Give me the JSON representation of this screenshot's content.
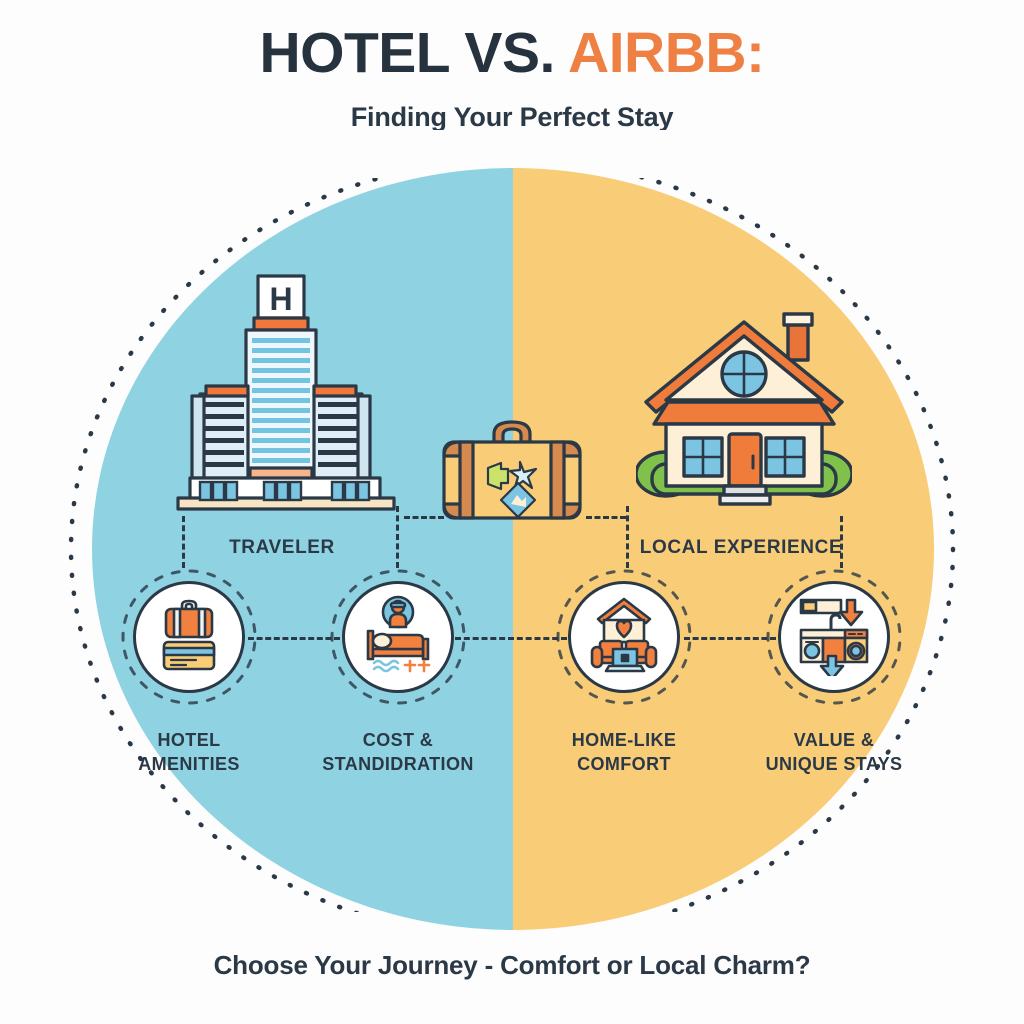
{
  "header": {
    "title_dark": "HOTEL VS. ",
    "title_accent": "AIRBB:",
    "subtitle": "Finding Your Perfect Stay"
  },
  "colors": {
    "left_half": "#8FD3E3",
    "right_half": "#F9CD77",
    "accent_orange": "#EF8044",
    "ink_navy": "#2B3947",
    "background": "#FDFDFD"
  },
  "illustrations": {
    "hotel": {
      "icon": "hotel-building-icon",
      "sign_letter": "H"
    },
    "house": {
      "icon": "house-icon"
    },
    "suitcase": {
      "icon": "suitcase-icon"
    }
  },
  "mid_labels": {
    "left": "TRAVELER",
    "right": "LOCAL EXPERIENCE"
  },
  "nodes": [
    {
      "icon": "suitcase-and-credit-card-icon",
      "label_line1": "HOTEL",
      "label_line2": "AMENITIES",
      "side": "left"
    },
    {
      "icon": "bed-and-guest-amenities-icon",
      "label_line1": "COST &",
      "label_line2": "STANDIDRATION",
      "side": "left"
    },
    {
      "icon": "home-sofa-laptop-icon",
      "label_line1": "HOME-LIKE",
      "label_line2": "COMFORT",
      "side": "right"
    },
    {
      "icon": "kitchen-appliances-arrows-icon",
      "label_line1": "VALUE &",
      "label_line2": "UNIQUE STAYS",
      "side": "right"
    }
  ],
  "footer": {
    "text": "Choose Your Journey - Comfort or Local Charm?"
  }
}
